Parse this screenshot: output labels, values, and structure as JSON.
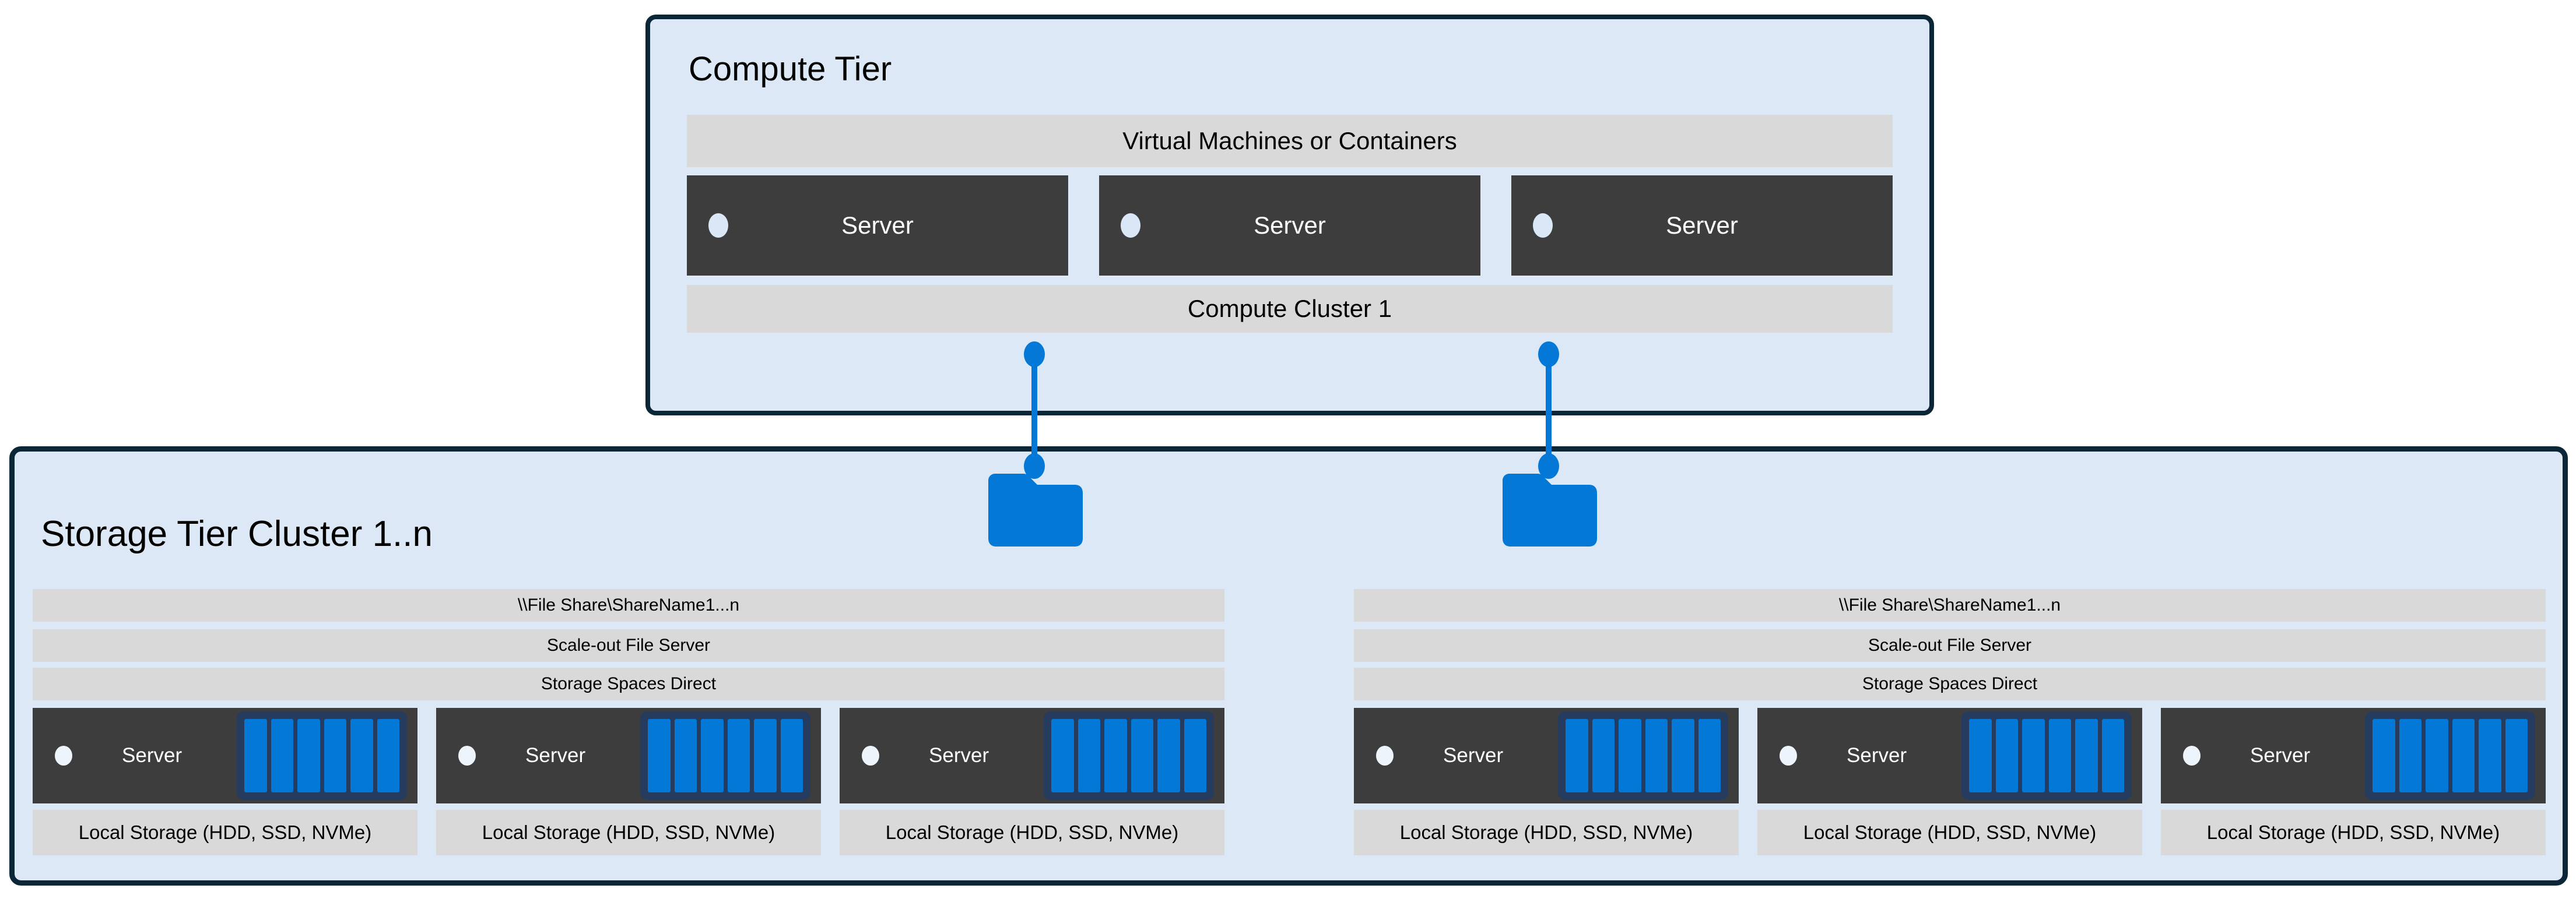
{
  "colors": {
    "tier_fill": "#dce8f6",
    "tier_border": "#0a2637",
    "bar_fill": "#d9d9d9",
    "server_fill": "#3d3d3d",
    "accent_blue": "#0478d7",
    "disk_frame": "#263c5f",
    "text": "#000000"
  },
  "icons": {
    "folder": "folder-icon",
    "server_led": "power-led-icon",
    "disk": "disk-icon",
    "connector_node": "connector-node-icon"
  },
  "compute_tier": {
    "title": "Compute Tier",
    "vm_bar_label": "Virtual Machines or Containers",
    "servers": [
      {
        "label": "Server"
      },
      {
        "label": "Server"
      },
      {
        "label": "Server"
      }
    ],
    "cluster_bar_label": "Compute Cluster 1"
  },
  "storage_tier": {
    "title": "Storage Tier Cluster 1..n",
    "clusters": [
      {
        "file_share_label": "\\\\File Share\\ShareName1...n",
        "sofs_label": "Scale-out File Server",
        "ssd_label": "Storage Spaces Direct",
        "servers": [
          {
            "label": "Server"
          },
          {
            "label": "Server"
          },
          {
            "label": "Server"
          }
        ],
        "local_storage_labels": [
          "Local Storage (HDD, SSD, NVMe)",
          "Local Storage (HDD, SSD, NVMe)",
          "Local Storage (HDD, SSD, NVMe)"
        ]
      },
      {
        "file_share_label": "\\\\File Share\\ShareName1...n",
        "sofs_label": "Scale-out File Server",
        "ssd_label": "Storage Spaces Direct",
        "servers": [
          {
            "label": "Server"
          },
          {
            "label": "Server"
          },
          {
            "label": "Server"
          }
        ],
        "local_storage_labels": [
          "Local Storage (HDD, SSD, NVMe)",
          "Local Storage (HDD, SSD, NVMe)",
          "Local Storage (HDD, SSD, NVMe)"
        ]
      }
    ]
  }
}
